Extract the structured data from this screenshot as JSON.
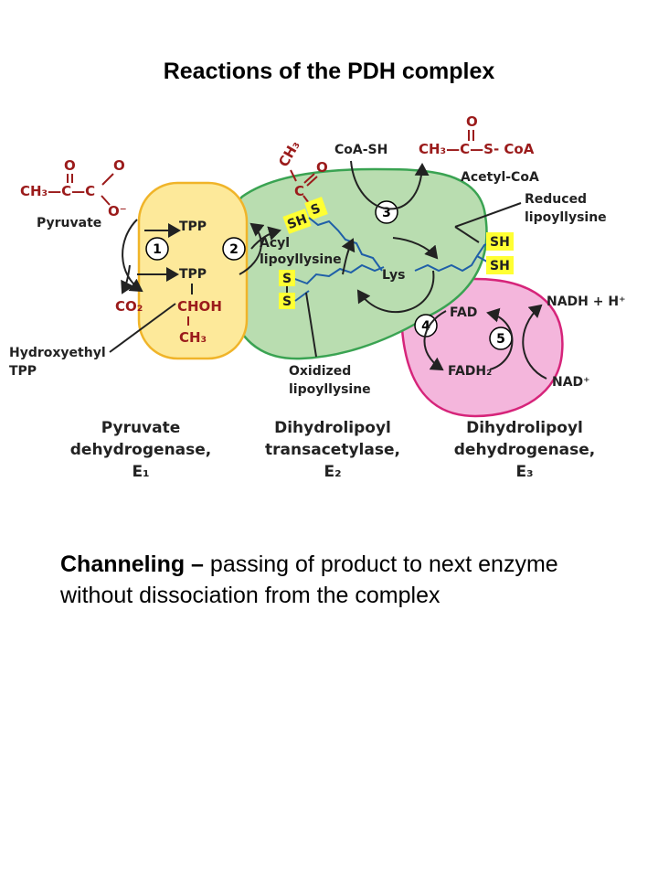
{
  "title": "Reactions of the PDH complex",
  "diagram": {
    "pyruvate_structure": {
      "o_top": "O",
      "o_top2": "O",
      "chain": "CH₃—C—C",
      "o_minus": "O⁻"
    },
    "pyruvate": "Pyruvate",
    "co2": "CO₂",
    "tpp_top": "TPP",
    "tpp_bottom": "TPP",
    "chohm": "CHOH",
    "ch3_bottom": "CH₃",
    "hydroxyethyl_tpp": [
      "Hydroxyethyl",
      "TPP"
    ],
    "acetyl_ch3": "CH₃",
    "acetyl_c": "C",
    "acetyl_o": "O",
    "sh_acyl": "SH",
    "s_acyl": "S",
    "acyl_lipoyllysine": [
      "Acyl",
      "lipoyllysine"
    ],
    "s_ox1": "S",
    "s_ox2": "S",
    "oxidized_lipoyllysine": [
      "Oxidized",
      "lipoyllysine"
    ],
    "coa_sh": "CoA-SH",
    "acetyl_coa_structure": {
      "o": "O",
      "chain": "CH₃—C—S- CoA"
    },
    "acetyl_coa": "Acetyl-CoA",
    "reduced_lipoyllysine": [
      "Reduced",
      "lipoyllysine"
    ],
    "sh_reduced_1": "SH",
    "sh_reduced_2": "SH",
    "lys": "Lys",
    "fad": "FAD",
    "fadh2": "FADH₂",
    "nadh": "NADH + H⁺",
    "nad": "NAD⁺",
    "steps": [
      "1",
      "2",
      "3",
      "4",
      "5"
    ],
    "enzymes": [
      {
        "lines": [
          "Pyruvate",
          "dehydrogenase,",
          "E₁"
        ]
      },
      {
        "lines": [
          "Dihydrolipoyl",
          "transacetylase,",
          "E₂"
        ]
      },
      {
        "lines": [
          "Dihydrolipoyl",
          "dehydrogenase,",
          "E₃"
        ]
      }
    ],
    "colors": {
      "e1_fill": "#fde99a",
      "e1_stroke": "#f0b429",
      "e2_fill": "#b9ddb0",
      "e2_stroke": "#3aa352",
      "e3_fill": "#f4b6dc",
      "e3_stroke": "#d6247a",
      "chem_red": "#9b1b1b",
      "lipoyl_blue": "#1f5fa8",
      "highlight_yellow": "#ffff33"
    }
  },
  "caption": {
    "term": "Channeling –",
    "text": " passing of product to next enzyme without dissociation from the complex"
  }
}
